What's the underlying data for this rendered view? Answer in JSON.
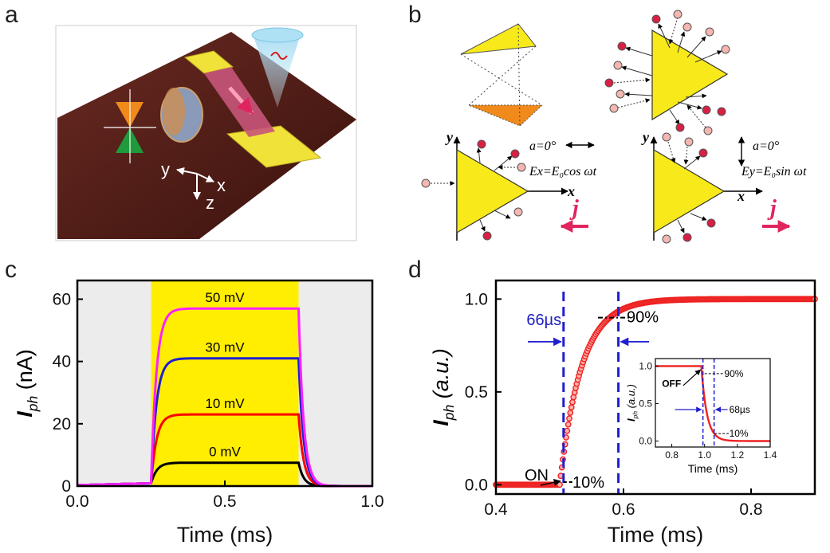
{
  "panels": {
    "a": {
      "letter": "a",
      "axis_y": "y",
      "axis_x": "x",
      "axis_z": "z"
    },
    "b": {
      "letter": "b",
      "axis_y": "y",
      "axis_x": "x",
      "left_angle": "a=0°",
      "left_field": "Ex=E₀cos ωt",
      "right_angle": "a=0°",
      "right_field": "Ey=E₀sin ωt",
      "current": "j"
    },
    "c": {
      "letter": "c"
    },
    "d": {
      "letter": "d",
      "ann_66": "66µs",
      "ann_90": "90%",
      "ann_10": "10%",
      "ann_on": "ON",
      "inset_off": "OFF",
      "inset_90": "90%",
      "inset_68": "68µs",
      "inset_10": "10%"
    }
  },
  "chart_data": [
    {
      "id": "c",
      "type": "line",
      "xlabel": "Time (ms)",
      "ylabel": "I",
      "ylabel_sub": "ph",
      "ylabel_unit": " (nA)",
      "xlim": [
        0,
        1.0
      ],
      "ylim": [
        0,
        66
      ],
      "xticks": [
        0.0,
        0.5,
        1.0
      ],
      "xtick_labels": [
        "0.0",
        "0.5",
        "1.0"
      ],
      "yticks": [
        0,
        20,
        40,
        60
      ],
      "on_window": [
        0.25,
        0.75
      ],
      "colors": {
        "on": "#ffee00",
        "off": "#ececec"
      },
      "series": [
        {
          "name": "0 mV",
          "color": "#000000",
          "plateau": 7.5
        },
        {
          "name": "10 mV",
          "color": "#ff0000",
          "plateau": 23
        },
        {
          "name": "30 mV",
          "color": "#1f1fd0",
          "plateau": 41
        },
        {
          "name": "50 mV",
          "color": "#ff20ff",
          "plateau": 57
        }
      ]
    },
    {
      "id": "d",
      "type": "scatter",
      "xlabel": "Time (ms)",
      "ylabel": "I",
      "ylabel_sub": "ph",
      "ylabel_unit": " (a.u.)",
      "xlim": [
        0.4,
        0.9
      ],
      "ylim": [
        -0.05,
        1.1
      ],
      "xticks": [
        0.4,
        0.6,
        0.8
      ],
      "xtick_labels": [
        "0.4",
        "0.6",
        "0.8"
      ],
      "yticks": [
        0.0,
        0.5,
        1.0
      ],
      "ytick_labels": [
        "0.0",
        "0.5",
        "1.0"
      ],
      "rise_start": 0.5,
      "t10": 0.506,
      "t90": 0.592,
      "color": "#ee2222",
      "inset": {
        "xlabel": "Time (ms)",
        "ylabel": "I",
        "ylabel_sub": "ph",
        "ylabel_unit": " (a.u.)",
        "xlim": [
          0.7,
          1.4
        ],
        "ylim": [
          -0.08,
          1.1
        ],
        "xticks": [
          0.8,
          1.0,
          1.2,
          1.4
        ],
        "xtick_labels": [
          "0.8",
          "1.0",
          "1.2",
          "1.4"
        ],
        "yticks": [
          0.0,
          0.5,
          1.0
        ],
        "ytick_labels": [
          "0.0",
          "0.5",
          "1.0"
        ],
        "fall_start": 0.98,
        "t90": 0.99,
        "t10": 1.058
      }
    }
  ]
}
